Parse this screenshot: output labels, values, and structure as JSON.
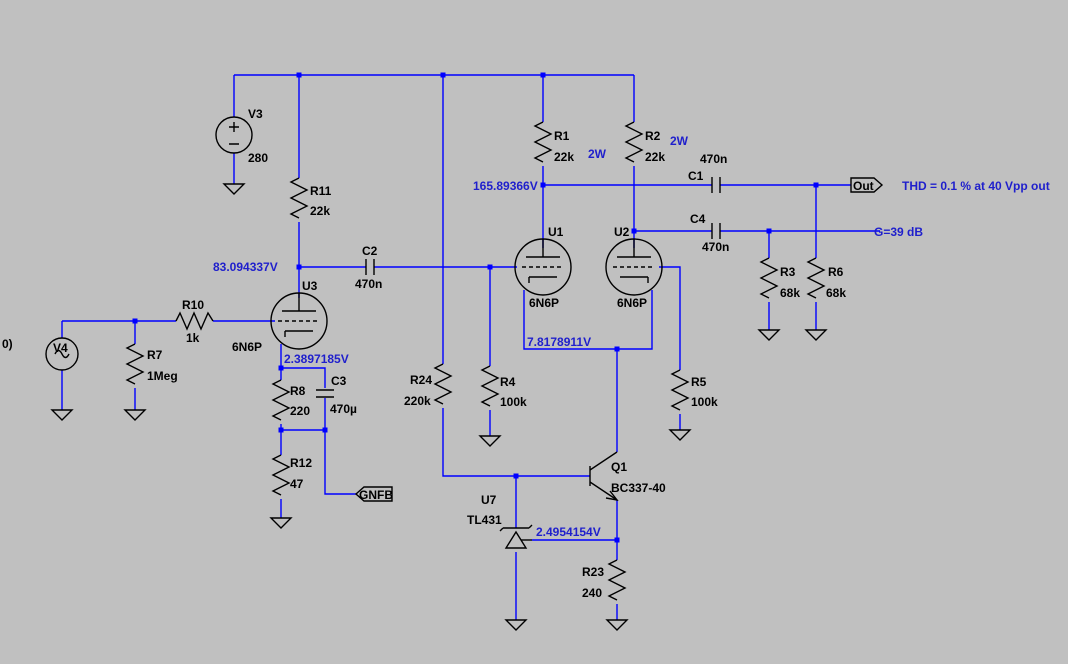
{
  "components": {
    "V3": {
      "ref": "V3",
      "value": "280"
    },
    "V4": {
      "ref": "V4"
    },
    "R1": {
      "ref": "R1",
      "value": "22k"
    },
    "R2": {
      "ref": "R2",
      "value": "22k"
    },
    "R3": {
      "ref": "R3",
      "value": "68k"
    },
    "R4": {
      "ref": "R4",
      "value": "100k"
    },
    "R5": {
      "ref": "R5",
      "value": "100k"
    },
    "R6": {
      "ref": "R6",
      "value": "68k"
    },
    "R7": {
      "ref": "R7",
      "value": "1Meg"
    },
    "R8": {
      "ref": "R8",
      "value": "220"
    },
    "R10": {
      "ref": "R10",
      "value": "1k"
    },
    "R11": {
      "ref": "R11",
      "value": "22k"
    },
    "R12": {
      "ref": "R12",
      "value": "47"
    },
    "R23": {
      "ref": "R23",
      "value": "240"
    },
    "R24": {
      "ref": "R24",
      "value": "220k"
    },
    "C1": {
      "ref": "C1",
      "value": "470n"
    },
    "C2": {
      "ref": "C2",
      "value": "470n"
    },
    "C3": {
      "ref": "C3",
      "value": "470µ"
    },
    "C4": {
      "ref": "C4",
      "value": "470n"
    },
    "U1": {
      "ref": "U1",
      "value": "6N6P"
    },
    "U2": {
      "ref": "U2",
      "value": "6N6P"
    },
    "U3": {
      "ref": "U3",
      "value": "6N6P"
    },
    "U7": {
      "ref": "U7",
      "value": "TL431"
    },
    "Q1": {
      "ref": "Q1",
      "value": "BC337-40"
    }
  },
  "annotations": {
    "r1_power": "2W",
    "r2_power": "2W",
    "thd": "THD = 0.1 % at 40 Vpp out",
    "gain": "G=39 dB",
    "clip": "0)"
  },
  "voltages": {
    "u1_plate": "165.89366V",
    "u3_plate": "83.094337V",
    "u3_cathode": "2.3897185V",
    "tail": "7.8178911V",
    "tl431": "2.4954154V"
  },
  "ports": {
    "out": "Out",
    "gnfb": "GNFB"
  },
  "colors": {
    "background": "#c0c0c0",
    "wire": "#0000ff",
    "component": "#000000",
    "annotation": "#1f1fcc"
  }
}
